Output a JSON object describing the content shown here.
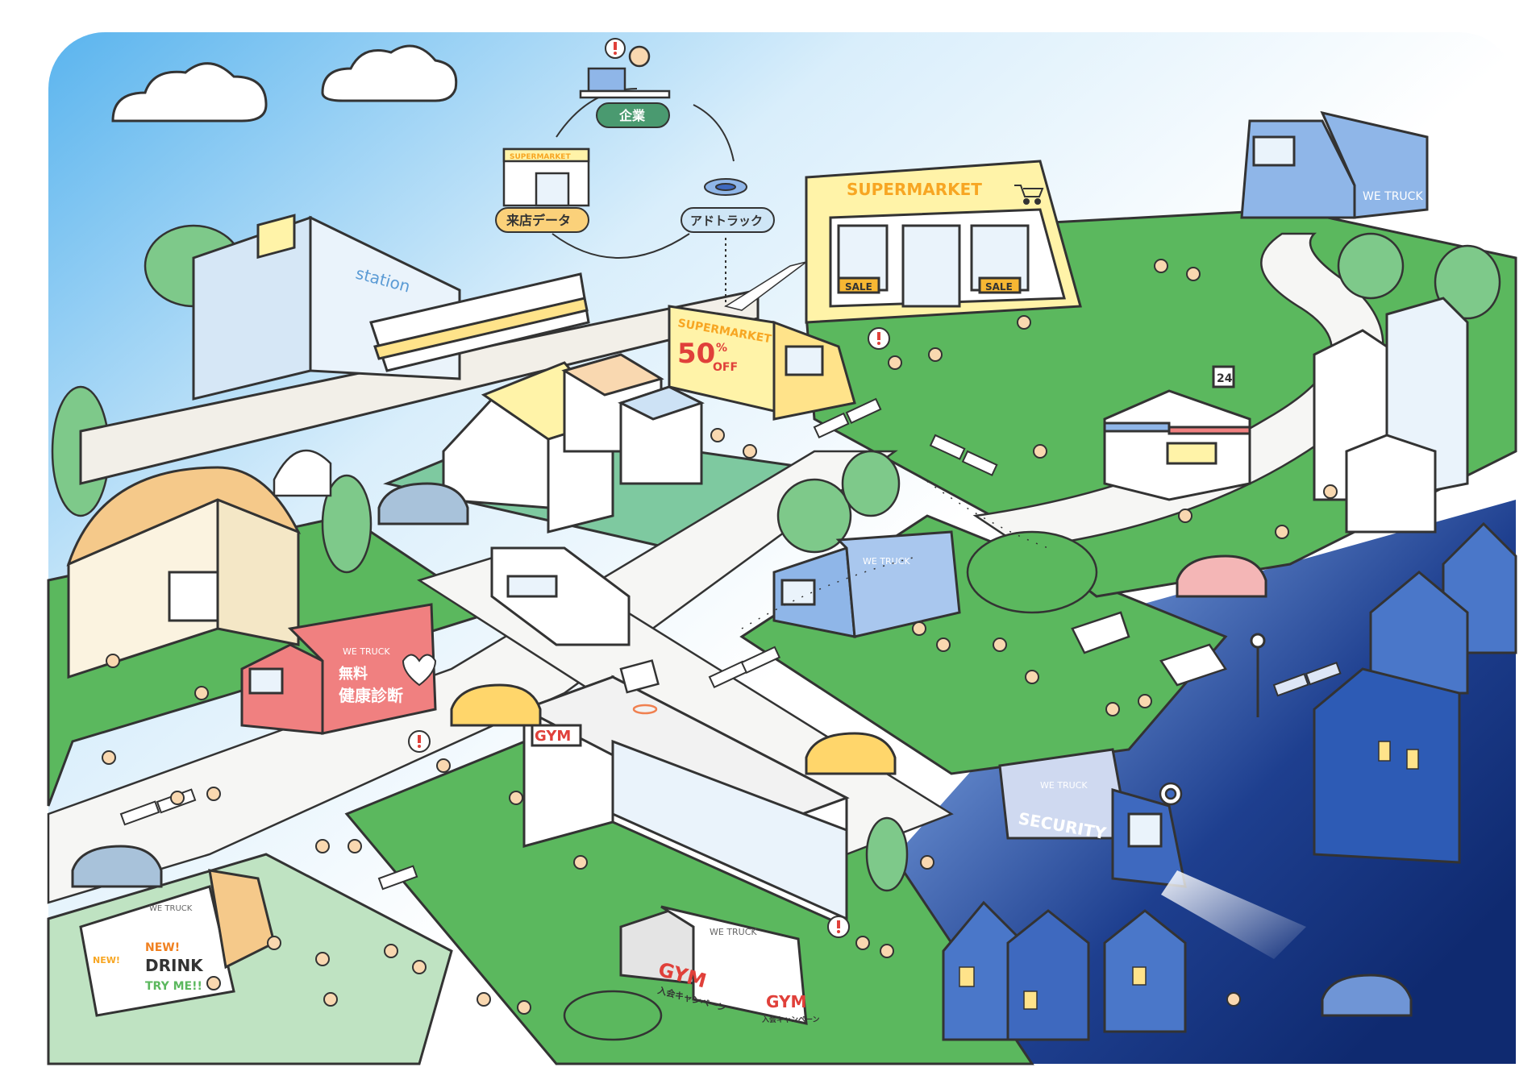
{
  "diagram": {
    "company_label": "企業",
    "visit_data_label": "来店データ",
    "adtruck_label": "アドトラック",
    "supermarket_mini_sign": "SUPERMARKET"
  },
  "buildings": {
    "station_sign": "station",
    "supermarket_sign": "SUPERMARKET",
    "sale_left": "SALE",
    "sale_right": "SALE",
    "convenience_sign": "24",
    "gym_sign": "GYM"
  },
  "trucks": {
    "we_truck_top": "WE TRUCK",
    "supermarket_truck_title": "SUPERMARKET",
    "supermarket_truck_discount": "50",
    "supermarket_truck_percent": "%",
    "supermarket_truck_off": "OFF",
    "health_truck_free": "無料",
    "health_truck_title": "健康診断",
    "health_truck_brand": "WE TRUCK",
    "library_truck_brand": "WE TRUCK",
    "security_truck_title": "SECURITY",
    "security_truck_brand": "WE TRUCK",
    "gym_truck_title": "GYM",
    "gym_truck_sub": "入会キャンペーン",
    "gym_truck_title_back": "GYM",
    "gym_truck_sub_back": "入会キャンペーン",
    "gym_truck_brand": "WE TRUCK",
    "drink_truck_new": "NEW!",
    "drink_truck_title": "DRINK",
    "drink_truck_try": "TRY ME!!",
    "drink_truck_new_small": "NEW!",
    "drink_truck_brand": "WE TRUCK"
  },
  "colors": {
    "sky": "#5ab4ee",
    "grass": "#5bb85e",
    "grass_dark": "#3d8f4a",
    "road": "#f3f3f1",
    "night": "#1e3f8f",
    "outline": "#333333",
    "yellow": "#ffe89a",
    "pink": "#f08080",
    "blue_truck": "#8fb6e8",
    "dark_green_label": "#4a9a70",
    "orange_label": "#fbd17a",
    "blue_label": "#cfe6f6"
  },
  "icons": [
    "alert-icon",
    "laptop-icon",
    "shopping-cart-icon",
    "location-pin-icon",
    "heart-icon",
    "basketball-hoop-icon",
    "security-camera-icon"
  ]
}
